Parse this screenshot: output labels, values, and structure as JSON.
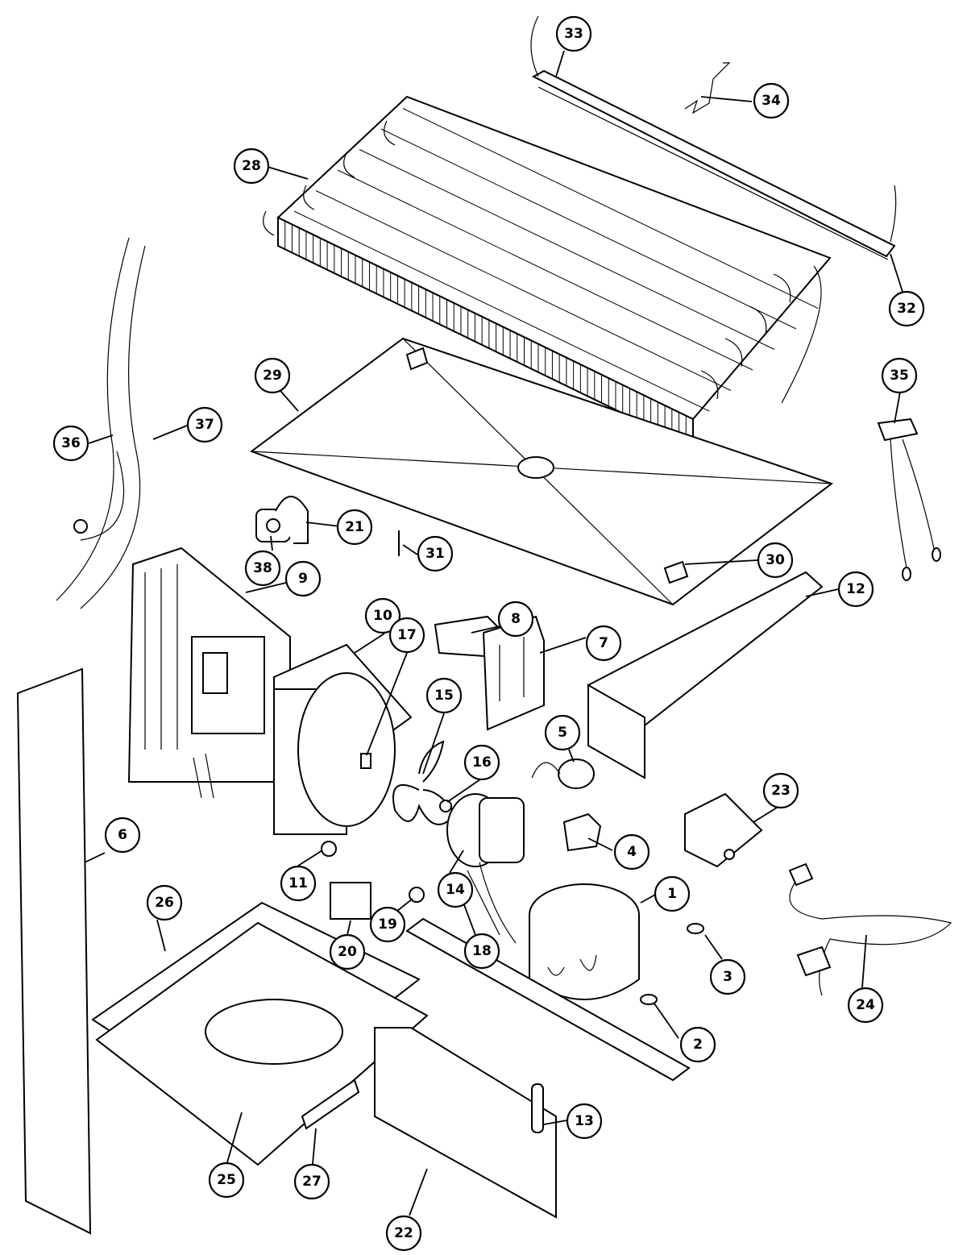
{
  "diagram": {
    "colors": {
      "line": "#000000",
      "background": "#ffffff"
    },
    "callouts": [
      {
        "id": "c1",
        "label": "1"
      },
      {
        "id": "c2",
        "label": "2"
      },
      {
        "id": "c3",
        "label": "3"
      },
      {
        "id": "c4",
        "label": "4"
      },
      {
        "id": "c5",
        "label": "5"
      },
      {
        "id": "c6",
        "label": "6"
      },
      {
        "id": "c7",
        "label": "7"
      },
      {
        "id": "c8",
        "label": "8"
      },
      {
        "id": "c9",
        "label": "9"
      },
      {
        "id": "c10",
        "label": "10"
      },
      {
        "id": "c11",
        "label": "11"
      },
      {
        "id": "c12",
        "label": "12"
      },
      {
        "id": "c13",
        "label": "13"
      },
      {
        "id": "c14",
        "label": "14"
      },
      {
        "id": "c15",
        "label": "15"
      },
      {
        "id": "c16",
        "label": "16"
      },
      {
        "id": "c17",
        "label": "17"
      },
      {
        "id": "c18",
        "label": "18"
      },
      {
        "id": "c19",
        "label": "19"
      },
      {
        "id": "c20",
        "label": "20"
      },
      {
        "id": "c21",
        "label": "21"
      },
      {
        "id": "c22",
        "label": "22"
      },
      {
        "id": "c23",
        "label": "23"
      },
      {
        "id": "c24",
        "label": "24"
      },
      {
        "id": "c25",
        "label": "25"
      },
      {
        "id": "c26",
        "label": "26"
      },
      {
        "id": "c27",
        "label": "27"
      },
      {
        "id": "c28",
        "label": "28"
      },
      {
        "id": "c29",
        "label": "29"
      },
      {
        "id": "c30",
        "label": "30"
      },
      {
        "id": "c31",
        "label": "31"
      },
      {
        "id": "c32",
        "label": "32"
      },
      {
        "id": "c33",
        "label": "33"
      },
      {
        "id": "c34",
        "label": "34"
      },
      {
        "id": "c35",
        "label": "35"
      },
      {
        "id": "c36",
        "label": "36"
      },
      {
        "id": "c37",
        "label": "37"
      },
      {
        "id": "c38",
        "label": "38"
      }
    ]
  }
}
